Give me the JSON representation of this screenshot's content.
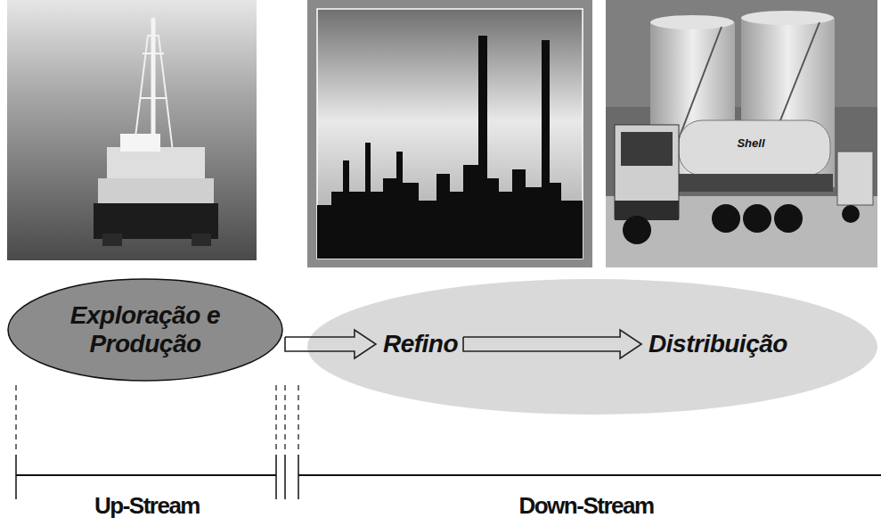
{
  "diagram": {
    "nodes": [
      {
        "text": [
          "Exploração e Produção"
        ]
      },
      {
        "text": [
          "Refino"
        ]
      },
      {
        "text": [
          "Distribuição"
        ]
      }
    ],
    "edges": [
      {
        "from": 0,
        "to": 1,
        "arrow": "to"
      },
      {
        "from": 1,
        "to": 2,
        "arrow": "to"
      }
    ],
    "labels": [
      "Up-Stream",
      "Down-Stream",
      "Shell"
    ]
  }
}
